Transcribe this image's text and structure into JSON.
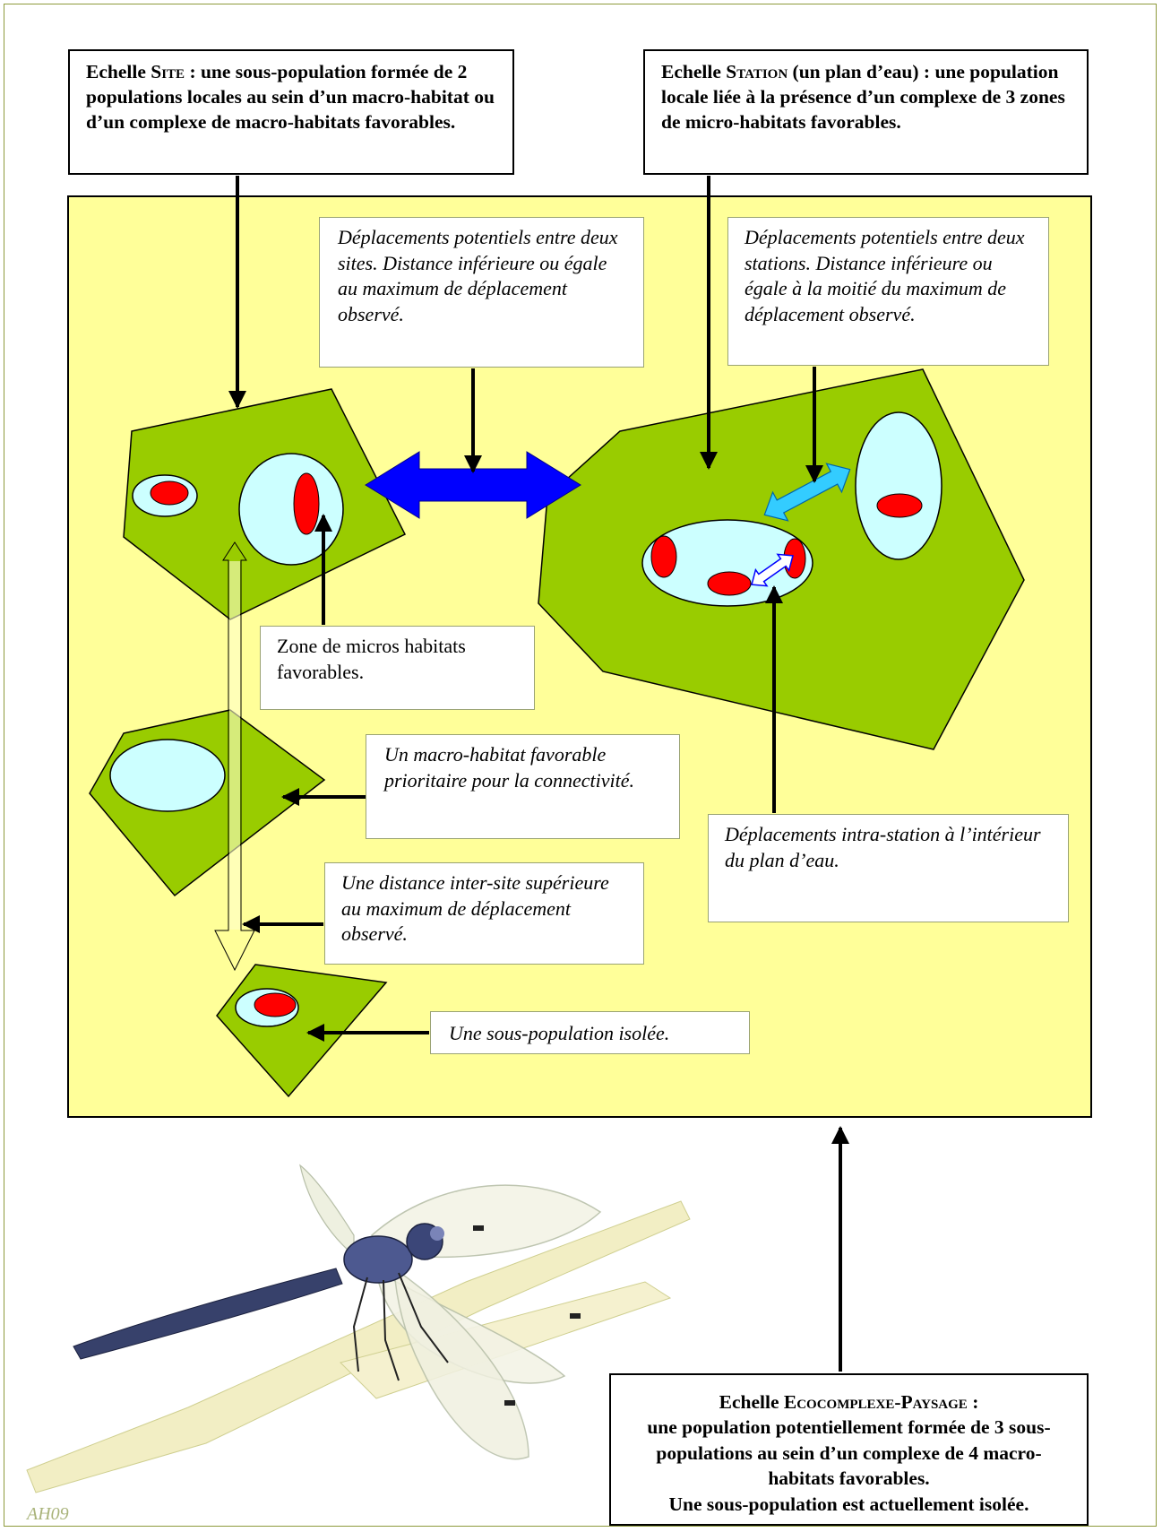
{
  "colors": {
    "landscape": "#ffff99",
    "macro_habitat": "#99cc00",
    "water": "#ccffff",
    "micro_habitat": "#ff0000",
    "movement_between_sites": "#0000ff",
    "movement_between_stations": "#33ccff",
    "movement_intra_station": "#ffffff"
  },
  "boxes": {
    "site_scale": {
      "lead": "Echelle ",
      "scale_name": "Site",
      "rest": " : une sous-population formée de 2 populations locales au sein d’un macro-habitat ou d’un complexe de  macro-habitats favorables."
    },
    "station_scale": {
      "lead": "Echelle ",
      "scale_name": "Station",
      "rest": " (un plan d’eau) : une population locale liée à la présence d’un complexe de 3 zones de micro-habitats favorables."
    },
    "between_sites": "Déplacements potentiels entre deux sites. Distance inférieure ou égale au maximum de déplacement observé.",
    "between_stations": "Déplacements potentiels  entre deux stations. Distance inférieure ou égale à la moitié du maximum de déplacement observé.",
    "micro_habitats": "Zone de micros habitats favorables.",
    "priority_macro_habitat": "Un macro-habitat favorable prioritaire pour la connectivité.",
    "intra_station": "Déplacements intra-station à l’intérieur du plan d’eau.",
    "inter_site_distance": "Une distance inter-site supérieure au maximum de déplacement observé.",
    "isolated_subpopulation": "Une sous-population isolée.",
    "ecocomplex_scale": {
      "lead": "Echelle ",
      "scale_name": "Ecocomplexe-Paysage",
      "rest": " :",
      "line2": "une population  potentiellement formée de 3 sous-populations au sein d’un complexe de 4 macro-habitats favorables.",
      "line3": "Une sous-population est actuellement isolée."
    }
  },
  "illustration": {
    "subject": "dragonfly",
    "signature": "AH09"
  }
}
